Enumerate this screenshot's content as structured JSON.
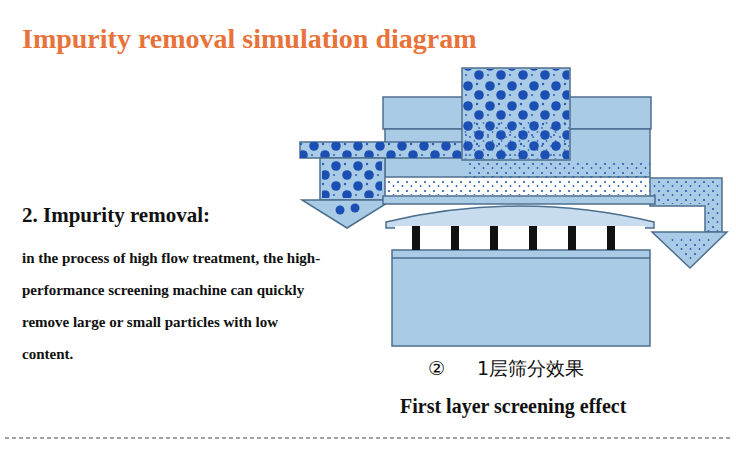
{
  "diagram": {
    "title": "Impurity removal simulation diagram",
    "caption": "First layer screening effect",
    "labels": [
      "2. Impurity removal:",
      "in the process of high flow treatment, the high-performance screening machine can quickly remove large or small particles with low content.",
      "②",
      "1层筛分效果"
    ]
  }
}
